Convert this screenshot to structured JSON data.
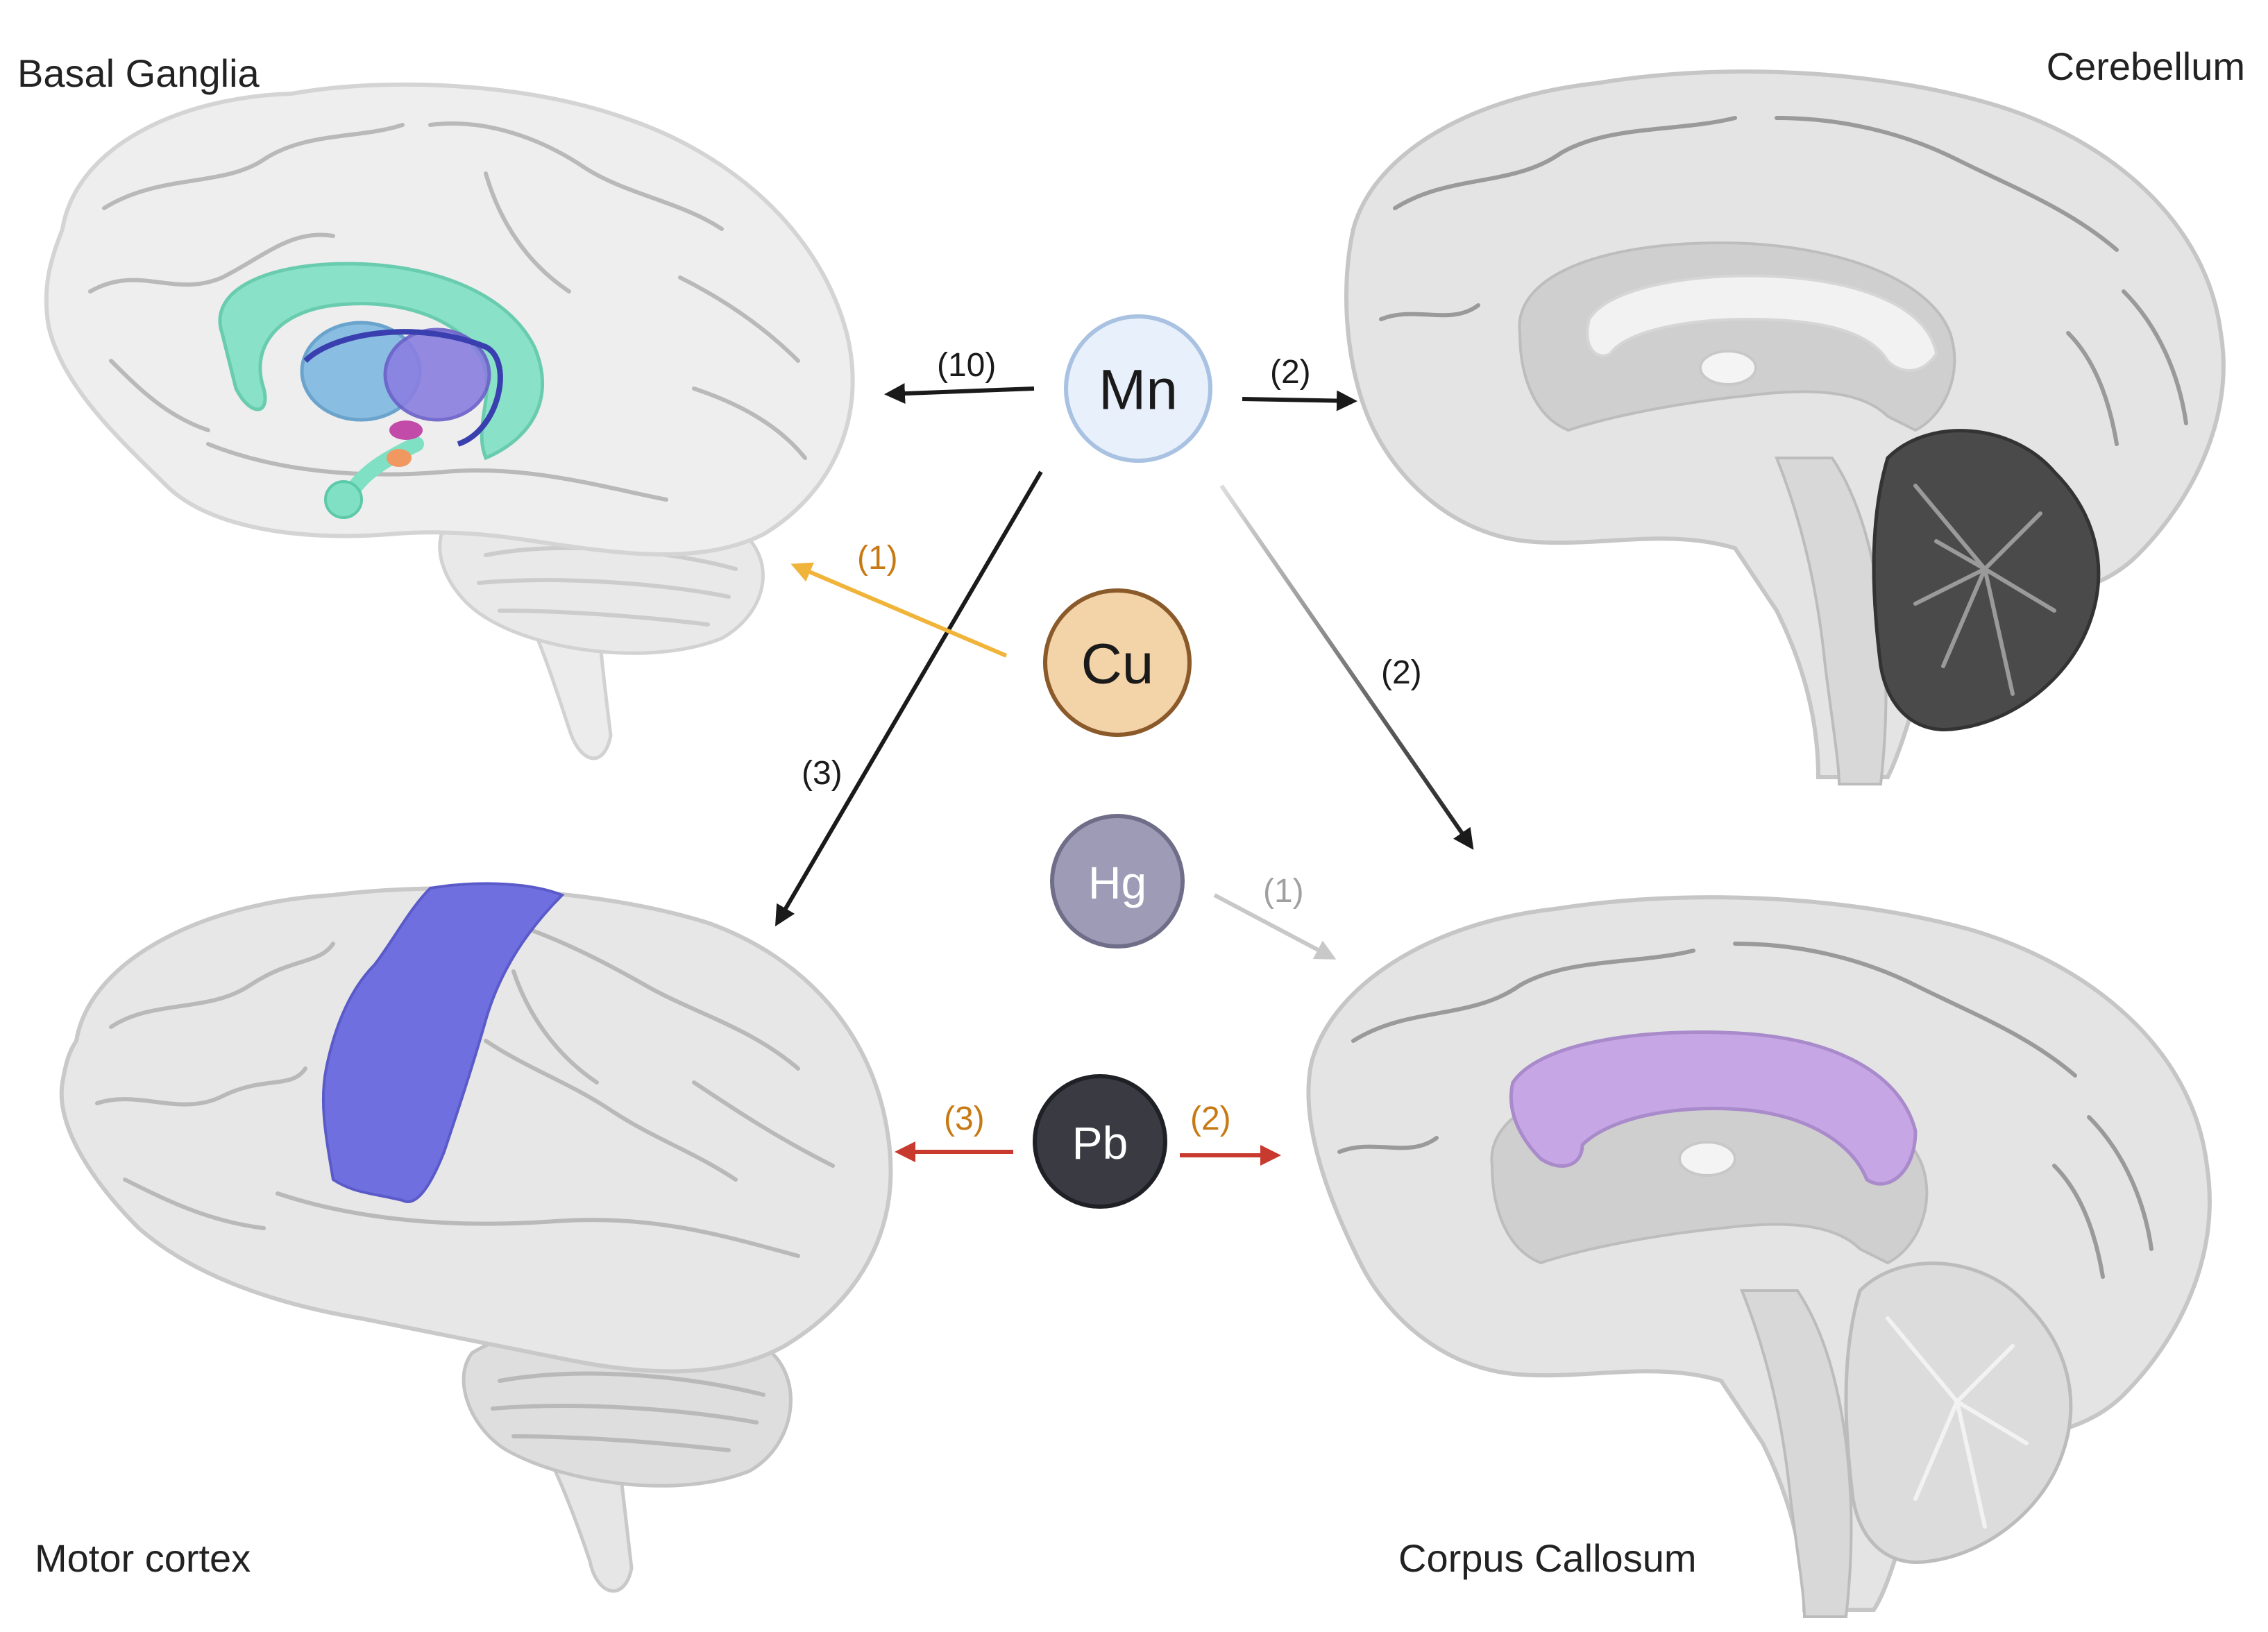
{
  "regions": {
    "basal_ganglia": "Basal Ganglia",
    "cerebellum": "Cerebellum",
    "motor_cortex": "Motor cortex",
    "corpus_callosum": "Corpus Callosum"
  },
  "elements": {
    "mn": "Mn",
    "cu": "Cu",
    "hg": "Hg",
    "pb": "Pb"
  },
  "links": {
    "mn_basal_ganglia": "(10)",
    "mn_cerebellum": "(2)",
    "mn_corpus_callosum": "(2)",
    "mn_motor_cortex": "(3)",
    "cu_basal_ganglia": "(1)",
    "hg_corpus_callosum": "(1)",
    "pb_motor_cortex": "(3)",
    "pb_corpus_callosum": "(2)"
  },
  "colors": {
    "mn": "#e8f0fb",
    "cu": "#f3d3a8",
    "hg": "#9d9bb6",
    "pb": "#3a3b42",
    "link_black": "#1a1a1a",
    "link_orange": "#f0b43a",
    "link_grey": "#c8c8c8",
    "link_red": "#c83a2e",
    "count_orange": "#c77a14",
    "basal_ganglia_highlight": "#7fe0c4",
    "motor_cortex_highlight": "#6f6fe0",
    "corpus_callosum_highlight": "#c7a6e6",
    "cerebellum_highlight": "#4a4a4a"
  }
}
